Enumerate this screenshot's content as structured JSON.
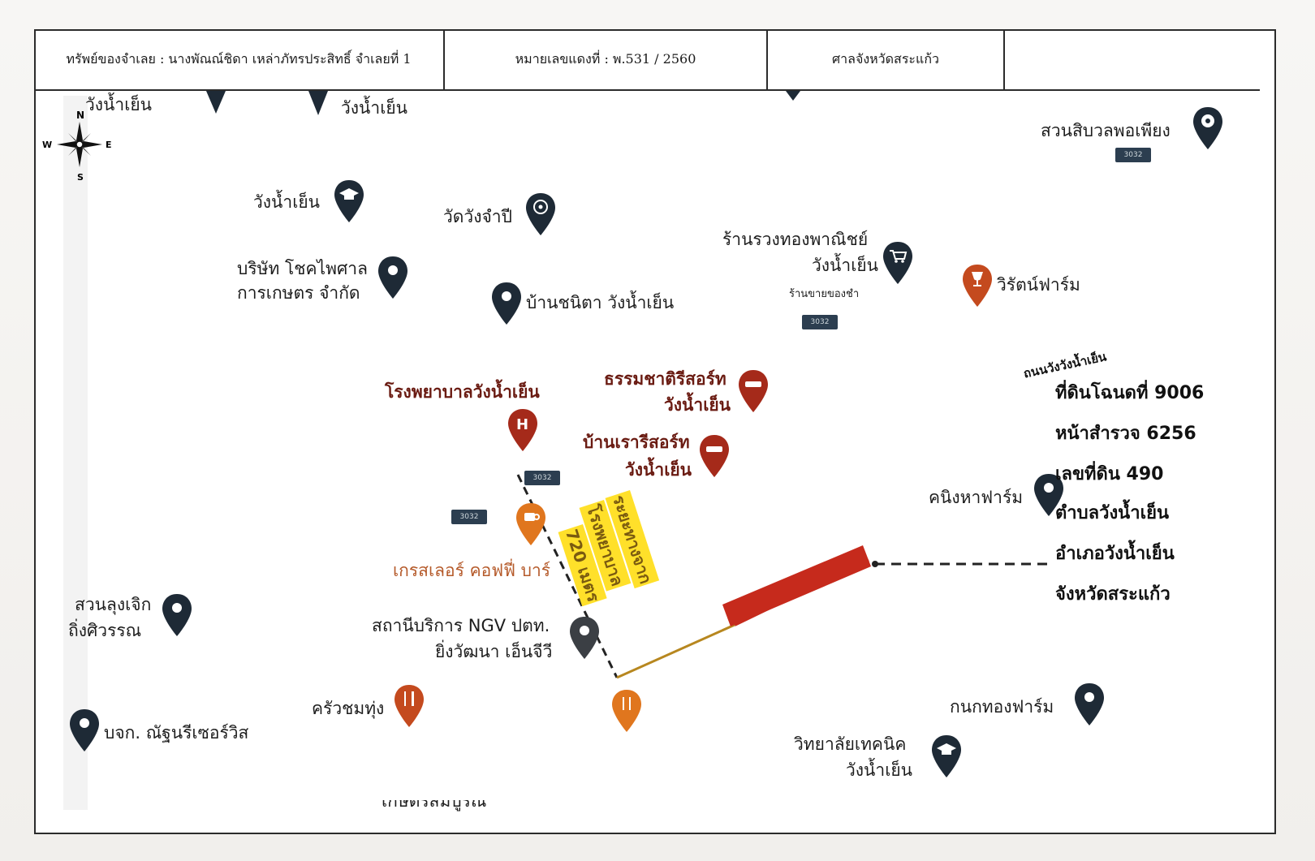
{
  "header": {
    "owner": "ทรัพย์ของจำเลย : นางพัณณ์ชิดา  เหล่าภัทรประสิทธิ์ จำเลยที่ 1",
    "case_no": "หมายเลขแดงที่ : พ.531 / 2560",
    "court": "ศาลจังหวัดสระแก้ว",
    "blank": ""
  },
  "compass": {
    "n": "N",
    "s": "S",
    "e": "E",
    "w": "W"
  },
  "places": {
    "top_left_partial": "วังน้ำเย็น",
    "wang_nam_yen_top": "วังน้ำเย็น",
    "sueng_suan": "สวนสิบวลพอเพียง",
    "school_wang": "วังน้ำเย็น",
    "wat": "วัดวังจำปี",
    "company_line1": "บริษัท โชคไพศาล",
    "company_line2": "การเกษตร จำกัด",
    "ban_chanita": "บ้านชนิตา วังน้ำเย็น",
    "shop_line1": "ร้านรวงทองพาณิชย์",
    "shop_line2": "วังน้ำเย็น",
    "shop_small": "ร้านขายของชำ",
    "wirat_farm": "วิรัตน์ฟาร์ม",
    "hospital": "โรงพยาบาลวังน้ำเย็น",
    "resort1_line1": "ธรรมชาติรีสอร์ท",
    "resort1_line2": "วังน้ำเย็น",
    "resort2_line1": "บ้านเรารีสอร์ท",
    "resort2_line2": "วังน้ำเย็น",
    "cafe": "เกรสเลอร์ คอฟฟี่ บาร์",
    "ngv_line1": "สถานีบริการ NGV ปตท.",
    "ngv_line2": "ยิ่งวัฒนา เอ็นจีวี",
    "garden_line1": "สวนลุงเจิก",
    "garden_line2": "ถิ่งศิวรรณ",
    "kitchen": "ครัวชมทุ่ง",
    "corp": "บจก. ณัฐนรีเซอร์วิส",
    "kaning_farm": "คนิงหาฟาร์ม",
    "kanok_farm": "กนกทองฟาร์ม",
    "college_line1": "วิทยาลัยเทคนิค",
    "college_line2": "วังน้ำเย็น",
    "bottom_partial": "เกษตรสมบูรณ์"
  },
  "road_label": "ถนนวังวังน้ำเย็น",
  "road_tags": [
    "3032",
    "3032",
    "3032",
    "3032",
    "3032"
  ],
  "distance": {
    "line1": "ระยะทางจาก",
    "line2": "โรงพยาบาล",
    "line3": "720 เมตร"
  },
  "parcel_info": [
    "ที่ดินโฉนดที่ 9006",
    "หน้าสำรวจ 6256",
    "เลขที่ดิน 490",
    "ตำบลวังน้ำเย็น",
    "อำเภอวังน้ำเย็น",
    "จังหวัดสระแก้ว"
  ],
  "colors": {
    "pin_dark": "#1e2a36",
    "pin_red": "#a52a1a",
    "pin_orange": "#e0761e",
    "parcel": "#c62a1c",
    "highlight": "#ffe02a"
  },
  "icons": {
    "school": "graduation-cap-icon",
    "temple": "dharma-wheel-icon",
    "cart": "shopping-cart-icon",
    "hotel": "bed-icon",
    "hospital": "hospital-icon",
    "restaurant": "fork-knife-icon",
    "cafe": "coffee-cup-icon",
    "park": "flower-icon",
    "fuel": "fuel-icon",
    "wine": "wine-glass-icon",
    "pin": "map-pin-icon"
  }
}
